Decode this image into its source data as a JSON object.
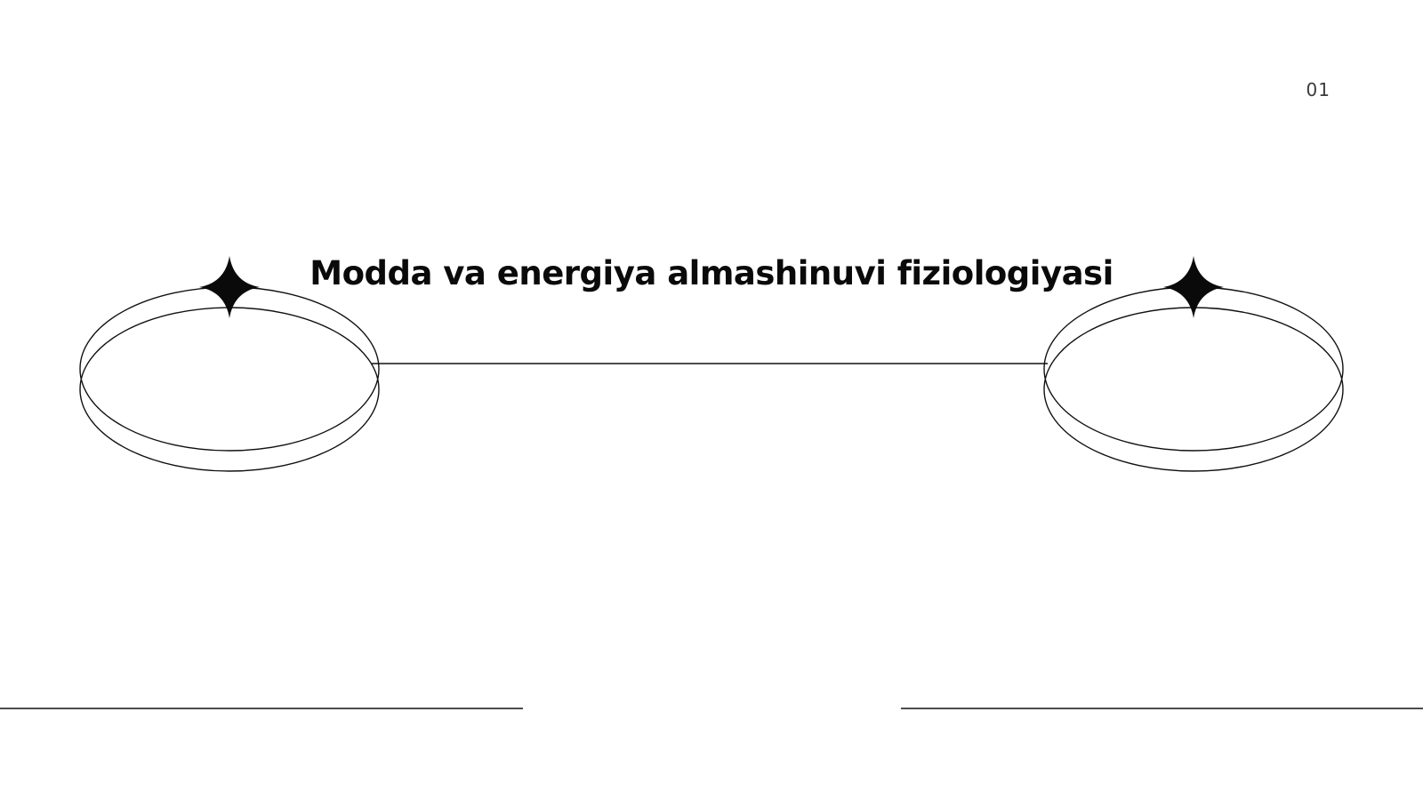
{
  "slide": {
    "title": "Modda va energiya almashinuvi fiziologiyasi",
    "page_number": "01"
  },
  "colors": {
    "background": "#ffffff",
    "ink": "#0a0a0a",
    "page_number": "#3a3a3a"
  },
  "icons": [
    "four-point-star-icon",
    "double-ellipse-ring"
  ]
}
